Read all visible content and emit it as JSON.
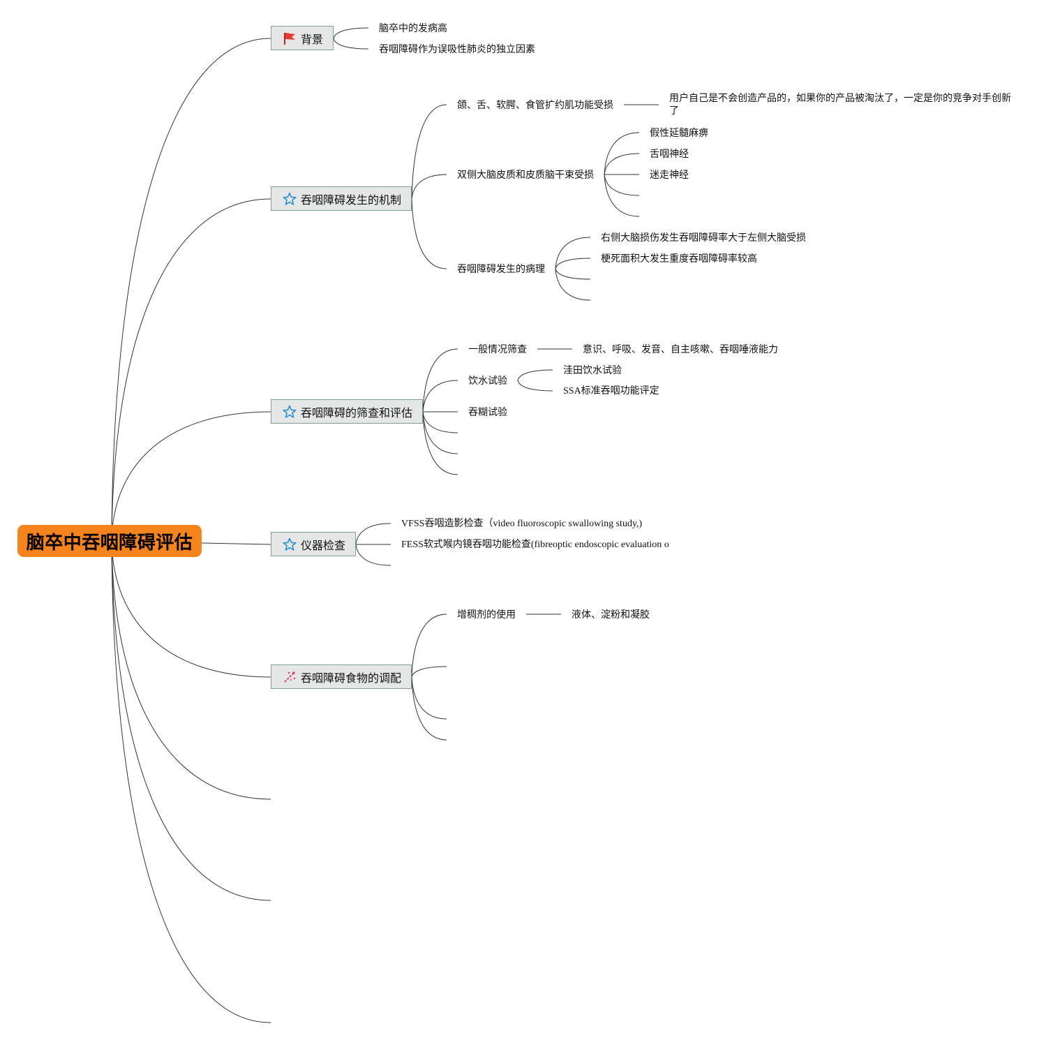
{
  "root": {
    "label": "脑卒中吞咽障碍评估"
  },
  "topics": {
    "background": {
      "label": "背景",
      "icon": "flag-icon",
      "children": [
        "脑卒中的发病高",
        "吞咽障碍作为误吸性肺炎的独立因素"
      ]
    },
    "mechanism": {
      "label": "吞咽障碍发生的机制",
      "icon": "star-icon",
      "children": {
        "muscle": {
          "label": "颌、舌、软腭、食管扩约肌功能受损",
          "child": "用户自己是不会创造产品的，如果你的产品被淘汰了，一定是你的竞争对手创新了"
        },
        "cortex": {
          "label": "双侧大脑皮质和皮质脑干束受损",
          "children": [
            "假性延髓麻痹",
            "舌咽神经",
            "迷走神经"
          ]
        },
        "pathology": {
          "label": "吞咽障碍发生的病理",
          "children": [
            "右侧大脑损伤发生吞咽障碍率大于左侧大脑受损",
            "梗死面积大发生重度吞咽障碍率较高"
          ]
        }
      }
    },
    "screening": {
      "label": "吞咽障碍的筛查和评估",
      "icon": "star-icon",
      "children": {
        "general": {
          "label": "一般情况筛查",
          "child": "意识、呼吸、发音、自主咳嗽、吞咽唾液能力"
        },
        "water": {
          "label": "饮水试验",
          "children": [
            "洼田饮水试验",
            "SSA标准吞咽功能评定"
          ]
        },
        "paste": {
          "label": "吞糊试验"
        }
      }
    },
    "instrument": {
      "label": "仪器检查",
      "icon": "star-icon",
      "children": [
        "VFSS吞咽造影检查（video fluoroscopic swallowing study,)",
        "FESS软式喉内镜吞咽功能检查(fibreoptic endoscopic evaluation o"
      ]
    },
    "diet": {
      "label": "吞咽障碍食物的调配",
      "icon": "sparkle-icon",
      "children": {
        "thickener": {
          "label": "增稠剂的使用",
          "child": "液体、淀粉和凝胶"
        }
      }
    }
  },
  "colors": {
    "root_fill": "#f5841f",
    "topic_fill": "#e5e7e6",
    "topic_border": "#7f9f99",
    "flag": "#e8382f",
    "star": "#2b8fd6",
    "sparkle": "#e0306a",
    "line": "#333333"
  }
}
